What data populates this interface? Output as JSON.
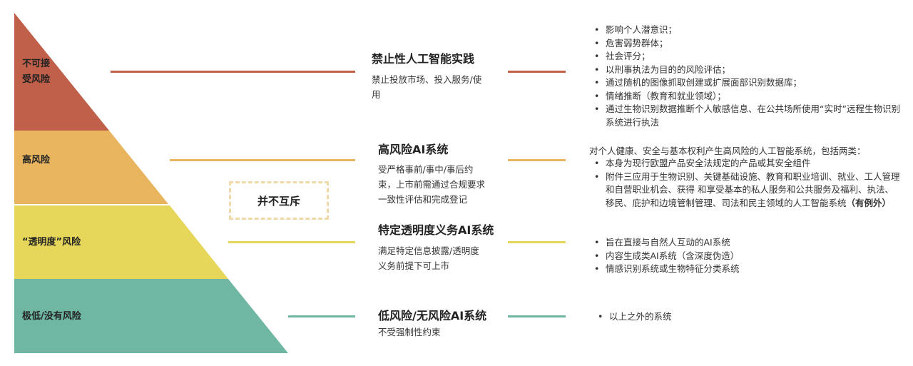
{
  "levels": [
    {
      "label": "不可接受风险",
      "color": "#c0604a",
      "title": "禁止性人工智能实践",
      "desc": "禁止投放市场、投入服务/使用"
    },
    {
      "label": "高风险",
      "color": "#e8b55e",
      "title": "高风险AI系统",
      "desc": "受严格事前/事中/事后约束，上市前需通过合规要求一致性评估和完成登记"
    },
    {
      "label": "“透明度”风险",
      "color": "#e6d75a",
      "title": "特定透明度义务AI系统",
      "desc": "满足特定信息披露/透明度义务前提下可上市"
    },
    {
      "label": "极低/没有风险",
      "color": "#6fb7a2",
      "title": "低风险/无风险AI系统",
      "desc": "不受强制性约束"
    }
  ],
  "not_exclusive": "并不互斥",
  "unacceptable_items": [
    "影响个人潜意识；",
    "危害弱势群体；",
    "社会评分；",
    "以刑事执法为目的的风险评估；",
    "通过随机的图像抓取创建或扩展面部识别数据库；",
    "情绪推断（教育和就业领域）；",
    "通过生物识别数据推断个人敏感信息、在公共场所使用“实时”远程生物识别系统进行执法"
  ],
  "high_intro": "对个人健康、安全与基本权利产生高风险的人工智能系统，包括两类：",
  "high_items": [
    "本身为现行欧盟产品安全法规定的产品或其安全组件",
    "附件三应用于生物识别、关键基础设施、教育和职业培训、就业、工人管理和自营职业机会、获得 和享受基本的私人服务和公共服务及福利、执法、移民、庇护和边境管制管理、司法和民主领域的人工智能系统"
  ],
  "high_exception": "（有例外）",
  "transparency_items": [
    "旨在直接与自然人互动的AI系统",
    "内容生成类AI系统（含深度伪造）",
    "情感识别系统或生物特征分类系统"
  ],
  "minimal_items": [
    "以上之外的系统"
  ]
}
